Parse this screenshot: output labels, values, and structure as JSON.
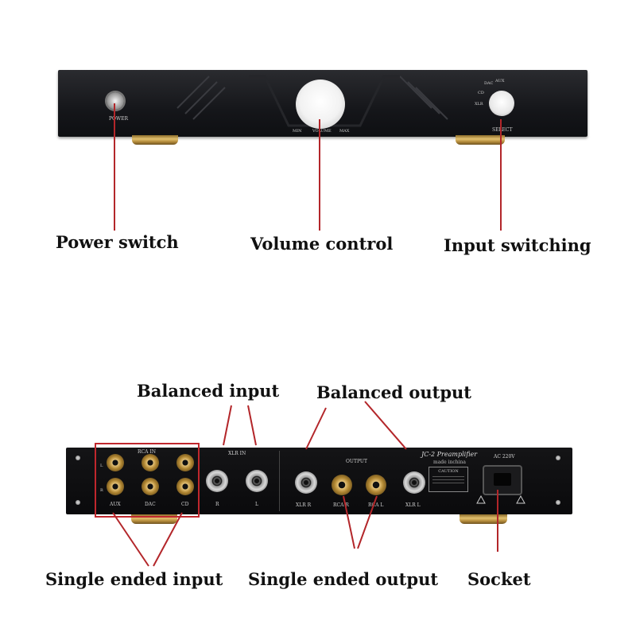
{
  "callouts": {
    "power_switch": "Power switch",
    "volume_control": "Volume control",
    "input_switching": "Input switching",
    "balanced_input": "Balanced input",
    "balanced_output": "Balanced output",
    "single_ended_input": "Single ended input",
    "single_ended_output": "Single ended output",
    "socket": "Socket"
  },
  "front_panel": {
    "power_label": "POWER",
    "select_label": "SELECT",
    "volume_left_label": "MIN",
    "volume_center_label": "VOLUME",
    "volume_right_label": "MAX",
    "select_positions": [
      "DAC",
      "AUX",
      "CD",
      "XLR"
    ]
  },
  "back_panel": {
    "rca_in_label": "RCA IN",
    "row_l": "L",
    "row_r": "R",
    "aux": "AUX",
    "dac": "DAC",
    "cd": "CD",
    "xlr_in_label": "XLR IN",
    "xlr_in_r": "R",
    "xlr_in_l": "L",
    "output_label": "OUTPUT",
    "model": "JC-2 Preamplifier",
    "made_in": "made inchina",
    "xlr_r": "XLR R",
    "rca_r": "RCA R",
    "rca_l": "RCA L",
    "xlr_l": "XLR L",
    "ac_label": "AC 220V",
    "caution": "CAUTION"
  },
  "colors": {
    "callout_line": "#b3262a",
    "panel": "#15161a",
    "highlight_box": "#c0272d"
  }
}
